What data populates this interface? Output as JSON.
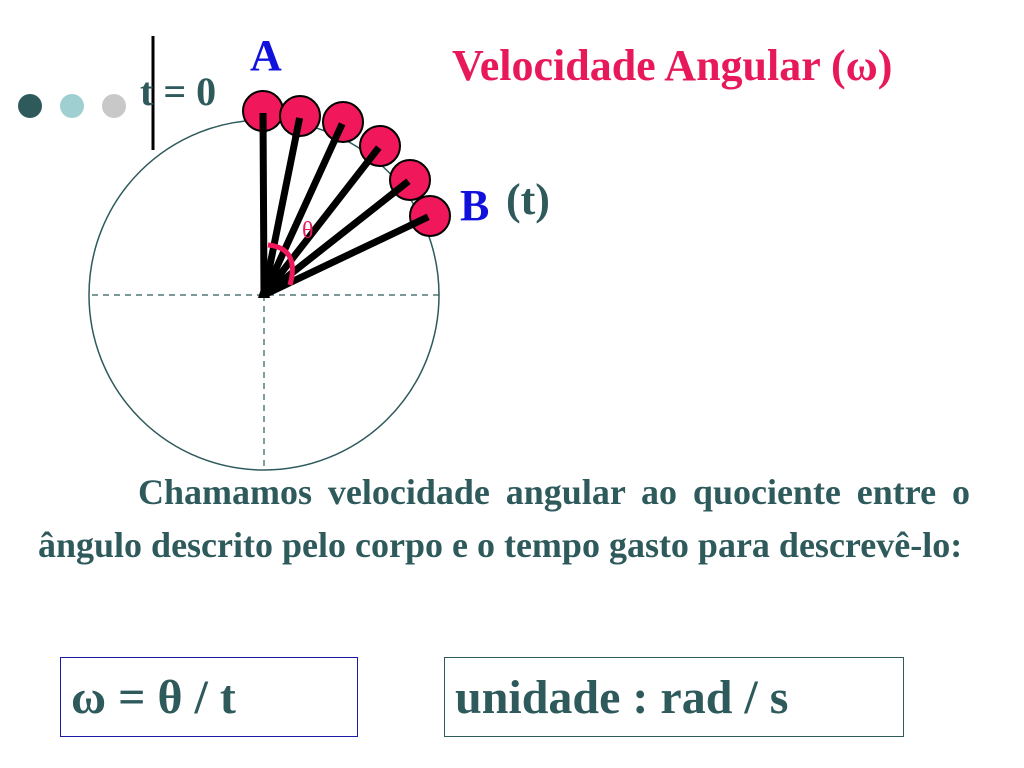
{
  "slide": {
    "title": "Velocidade Angular (ω)",
    "labels": {
      "start_time": "t = 0",
      "point_a": "A",
      "point_b": "B",
      "elapsed_time": "(t)",
      "angle": "θ"
    },
    "paragraph": "Chamamos velocidade angular ao quociente entre o ângulo descrito pelo corpo e o tempo gasto para descrevê-lo:",
    "formula": "ω  =  θ / t",
    "unit": "unidade : rad / s"
  },
  "colors": {
    "title": "#e8195a",
    "text": "#2e5a5c",
    "point_a": "#1111dd",
    "point_b": "#1111dd",
    "ball_fill": "#f0185a",
    "rod": "#000000",
    "circle": "#2e5a5c",
    "formula_border": "#1a1aa6",
    "unit_border": "#2e5a5c",
    "dot_dark": "#2e5a5c",
    "dot_teal": "#9fcfd0",
    "dot_gray": "#c8c8c8"
  }
}
